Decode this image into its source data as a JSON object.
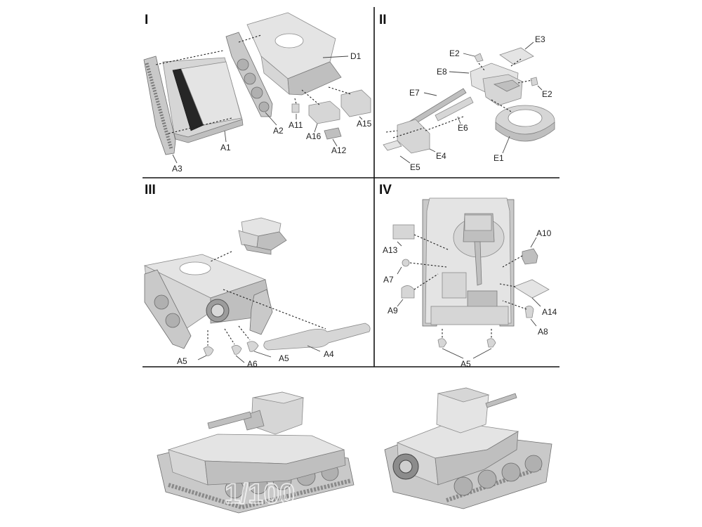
{
  "steps": {
    "s1": "I",
    "s2": "II",
    "s3": "III",
    "s4": "IV"
  },
  "parts_step1": {
    "a1": "A1",
    "a2": "A2",
    "a3": "A3",
    "a11": "A11",
    "a12": "A12",
    "a15": "A15",
    "a16": "A16",
    "d1": "D1"
  },
  "parts_step2": {
    "e1": "E1",
    "e2a": "E2",
    "e2b": "E2",
    "e3": "E3",
    "e4": "E4",
    "e5": "E5",
    "e6": "E6",
    "e7": "E7",
    "e8": "E8"
  },
  "parts_step3": {
    "a4": "A4",
    "a5a": "A5",
    "a5b": "A5",
    "a6": "A6"
  },
  "parts_step4": {
    "a5": "A5",
    "a7": "A7",
    "a8": "A8",
    "a9": "A9",
    "a10": "A10",
    "a13": "A13",
    "a14": "A14"
  },
  "colors": {
    "background": "#ffffff",
    "part_light": "#d6d6d6",
    "part_mid": "#bfbfbf",
    "divider": "#111111"
  }
}
